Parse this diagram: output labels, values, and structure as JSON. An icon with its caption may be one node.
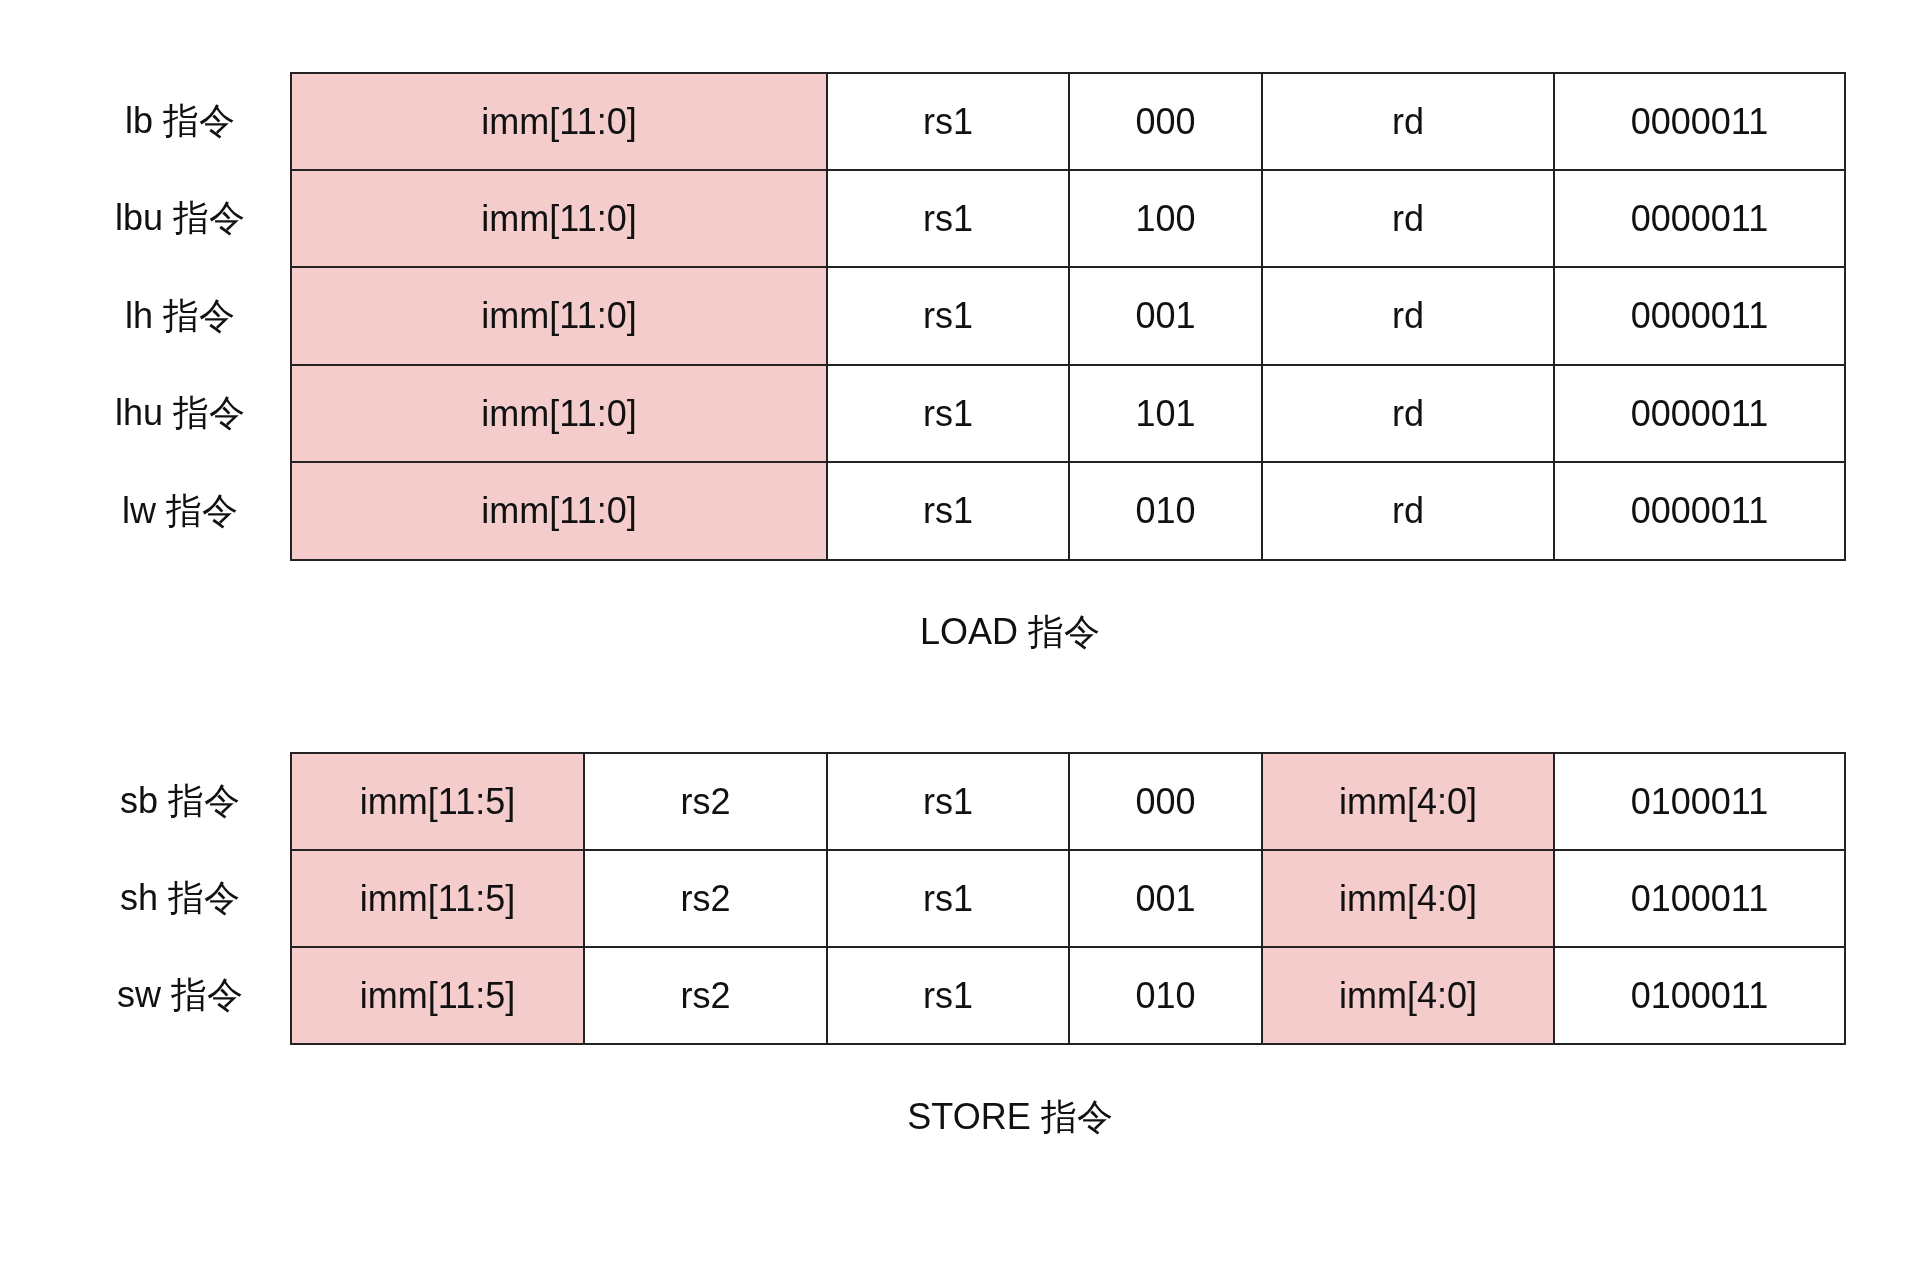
{
  "diagram": {
    "labels": [
      "lb 指令",
      "imm[11:0]",
      "rs1",
      "000",
      "rd",
      "0000011",
      "lbu 指令",
      "imm[11:0]",
      "rs1",
      "100",
      "rd",
      "0000011",
      "lh 指令",
      "imm[11:0]",
      "rs1",
      "001",
      "rd",
      "0000011",
      "lhu 指令",
      "imm[11:0]",
      "rs1",
      "101",
      "rd",
      "0000011",
      "lw 指令",
      "imm[11:0]",
      "rs1",
      "010",
      "rd",
      "0000011",
      "LOAD 指令",
      "sb 指令",
      "imm[11:5]",
      "rs2",
      "rs1",
      "000",
      "imm[4:0]",
      "0100011",
      "sh 指令",
      "imm[11:5]",
      "rs2",
      "rs1",
      "001",
      "imm[4:0]",
      "0100011",
      "sw 指令",
      "imm[11:5]",
      "rs2",
      "rs1",
      "010",
      "imm[4:0]",
      "0100011",
      "STORE 指令"
    ]
  }
}
